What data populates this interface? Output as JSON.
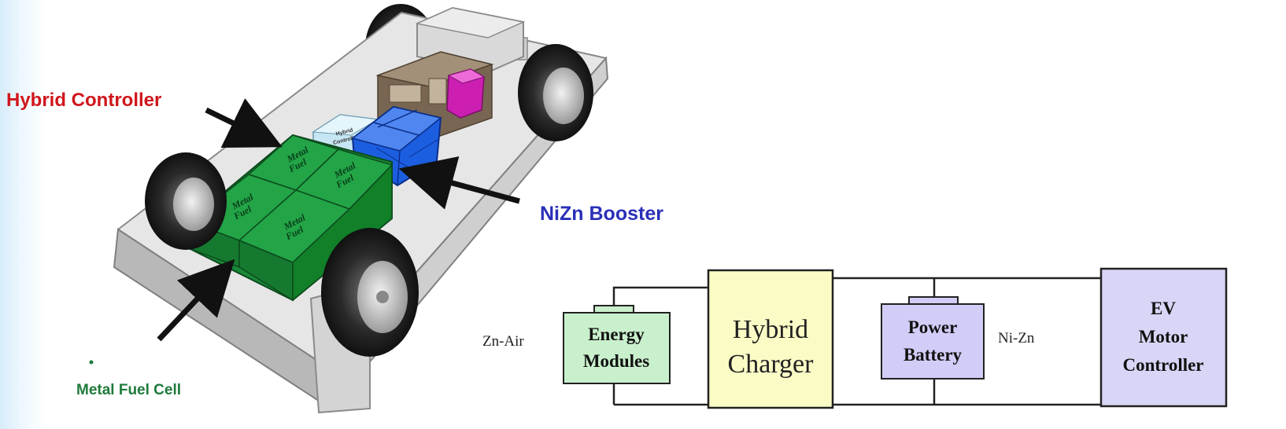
{
  "callouts": {
    "hybrid_controller": "Hybrid Controller",
    "nizn_booster": "NiZn Booster",
    "metal_fuel_cell": "Metal Fuel Cell"
  },
  "chassis": {
    "module_label_line1": "Metal",
    "module_label_line2": "Fuel",
    "controller_box_line1": "Hybrid",
    "controller_box_line2": "Controller"
  },
  "block_diagram": {
    "zn_air_label": "Zn-Air",
    "energy_modules_line1": "Energy",
    "energy_modules_line2": "Modules",
    "hybrid_charger_line1": "Hybrid",
    "hybrid_charger_line2": "Charger",
    "power_battery_line1": "Power",
    "power_battery_line2": "Battery",
    "ni_zn_label": "Ni-Zn",
    "ev_line1": "EV",
    "ev_line2": "Motor",
    "ev_line3": "Controller"
  },
  "colors": {
    "hybrid_controller_text": "#d0161c",
    "nizn_booster_text": "#2a2fb8",
    "metal_fuel_cell_text": "#1e7a3a",
    "metal_fuel_module": "#1f9a3f",
    "nizn_module": "#1c5ee0",
    "energy_modules_fill": "#c9f0cc",
    "hybrid_charger_fill": "#fbfbc6",
    "power_battery_fill": "#d2cdf7",
    "ev_controller_fill": "#d8d6f6"
  }
}
